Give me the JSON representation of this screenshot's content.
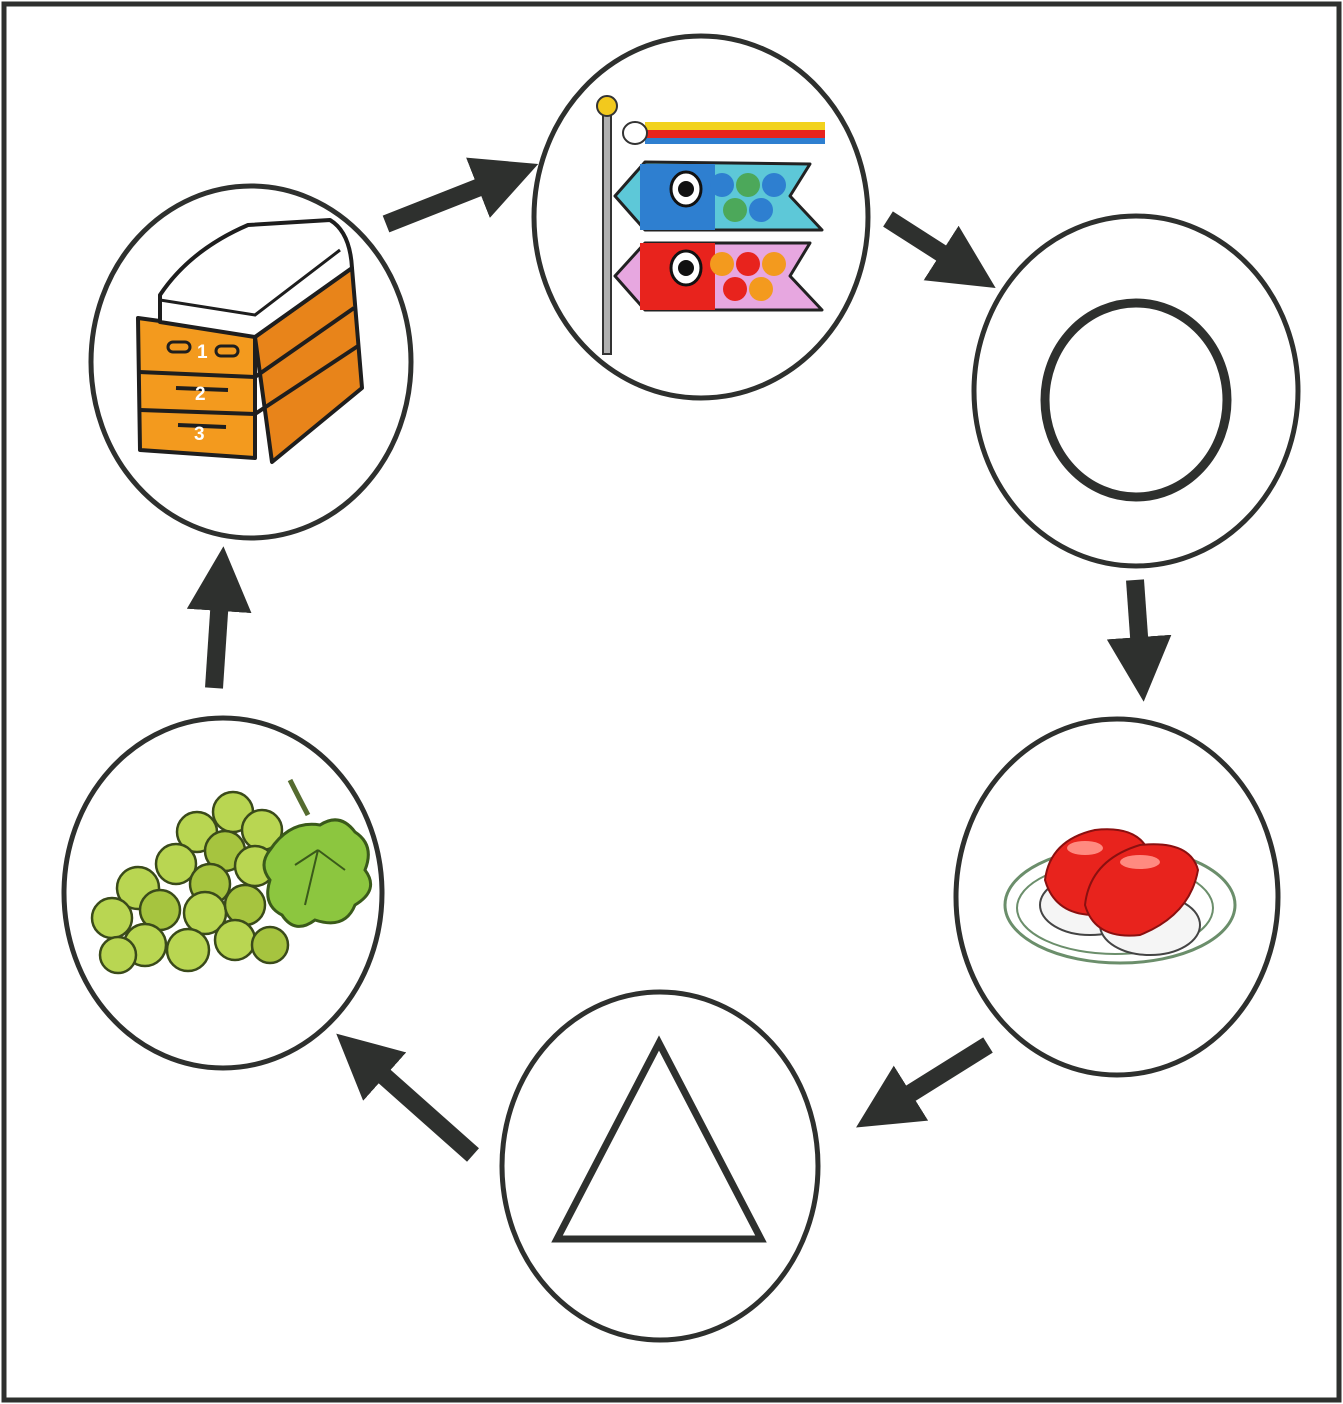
{
  "diagram": {
    "type": "shiritori-cycle",
    "nodes": [
      {
        "id": "vaulting-box",
        "icon": "vaulting-box-icon",
        "labels": [
          "1",
          "2",
          "3"
        ]
      },
      {
        "id": "koinobori",
        "icon": "koinobori-icon"
      },
      {
        "id": "blank-circle",
        "icon": "circle-placeholder-icon"
      },
      {
        "id": "tuna-sushi",
        "icon": "tuna-sushi-icon"
      },
      {
        "id": "blank-triangle",
        "icon": "triangle-placeholder-icon"
      },
      {
        "id": "grapes",
        "icon": "grapes-icon"
      }
    ],
    "edges": [
      [
        "vaulting-box",
        "koinobori"
      ],
      [
        "koinobori",
        "blank-circle"
      ],
      [
        "blank-circle",
        "tuna-sushi"
      ],
      [
        "tuna-sushi",
        "blank-triangle"
      ],
      [
        "blank-triangle",
        "grapes"
      ],
      [
        "grapes",
        "vaulting-box"
      ]
    ]
  },
  "colors": {
    "outline": "#2e302e",
    "vault_orange": "#f39a1e",
    "grape_green": "#b9d652",
    "leaf_green": "#8cc63f",
    "tuna_red": "#e8231d",
    "koi_blue": "#2e7fd0",
    "koi_red": "#e8231d"
  }
}
